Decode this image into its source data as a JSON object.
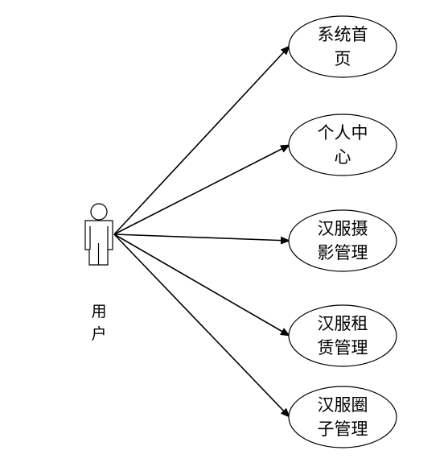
{
  "actor": {
    "label_line1": "用",
    "label_line2": "户"
  },
  "use_cases": [
    {
      "line1": "系统首",
      "line2": "页"
    },
    {
      "line1": "个人中",
      "line2": "心"
    },
    {
      "line1": "汉服摄",
      "line2": "影管理"
    },
    {
      "line1": "汉服租",
      "line2": "赁管理"
    },
    {
      "line1": "汉服圈",
      "line2": "子管理"
    }
  ],
  "colors": {
    "stroke": "#000000",
    "ellipse_fill": "#ffffff",
    "background": "#ffffff"
  }
}
